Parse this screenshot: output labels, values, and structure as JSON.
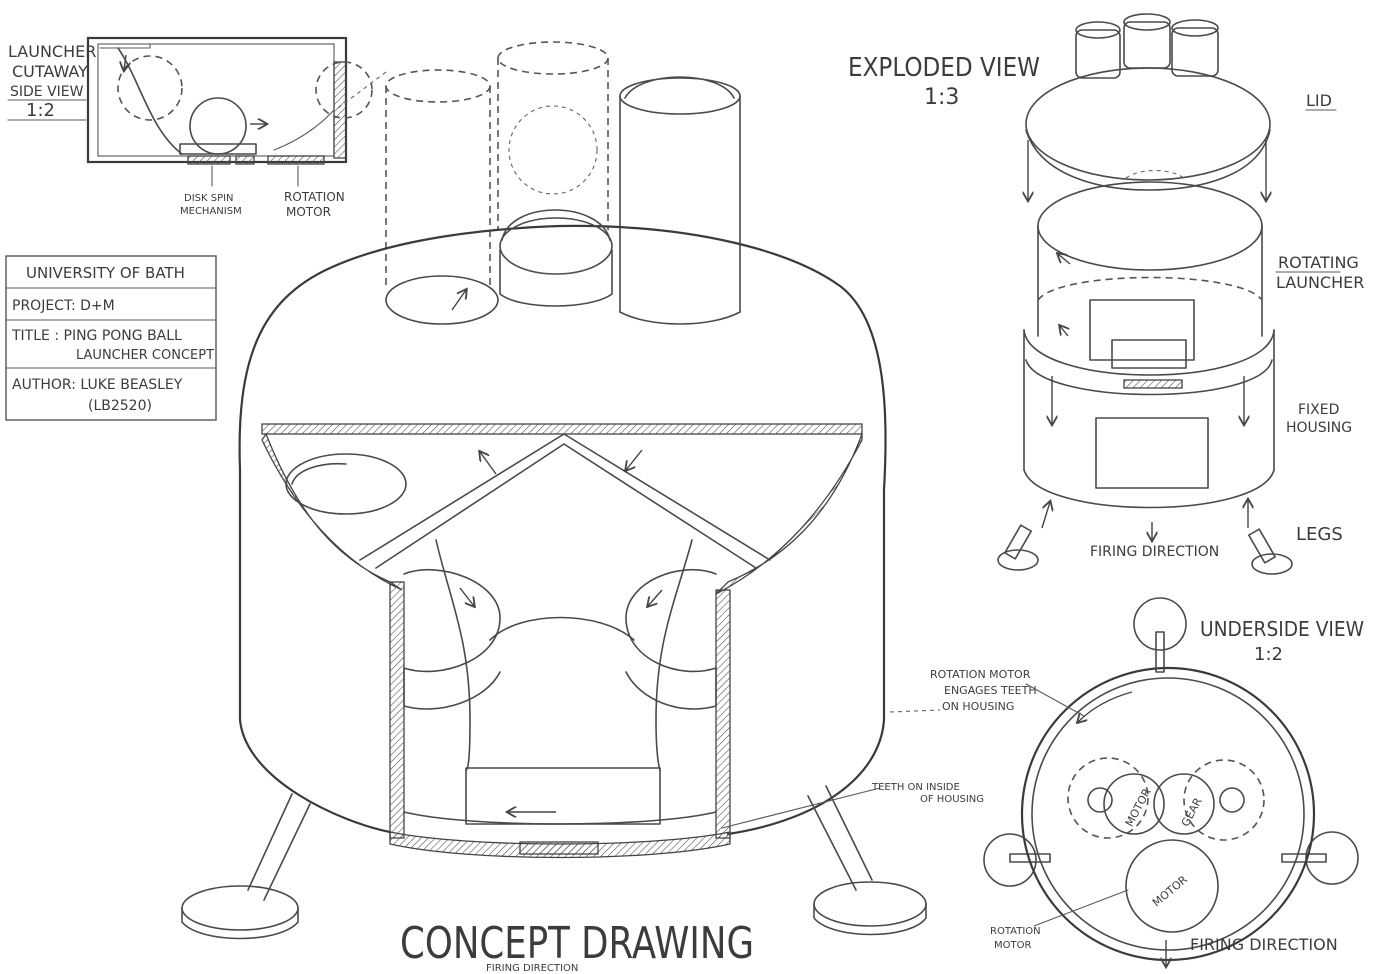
{
  "title_block": {
    "university": "UNIVERSITY OF BATH",
    "project": "PROJECT: D+M",
    "title_line1": "TITLE : PING PONG BALL",
    "title_line2": "LAUNCHER CONCEPT",
    "author_line1": "AUTHOR: LUKE BEASLEY",
    "author_line2": "(LB2520)"
  },
  "cutaway": {
    "heading_line1": "LAUNCHER",
    "heading_line2": "CUTAWAY",
    "heading_line3": "SIDE VIEW",
    "scale": "1:2",
    "label_disk_line1": "DISK SPIN",
    "label_disk_line2": "MECHANISM",
    "label_rotation_line1": "ROTATION",
    "label_rotation_line2": "MOTOR"
  },
  "exploded": {
    "heading": "EXPLODED VIEW",
    "scale": "1:3",
    "label_lid": "LID",
    "label_rotating_line1": "ROTATING",
    "label_rotating_line2": "LAUNCHER",
    "label_fixed_line1": "FIXED",
    "label_fixed_line2": "HOUSING",
    "label_legs": "LEGS",
    "label_firing": "FIRING DIRECTION"
  },
  "underside": {
    "heading": "UNDERSIDE VIEW",
    "scale": "1:2",
    "note_line1": "ROTATION MOTOR",
    "note_line2": "ENGAGES TEETH",
    "note_line3": "ON HOUSING",
    "motor_label": "MOTOR",
    "gear_label": "GEAR",
    "motor_bottom_label": "MOTOR",
    "rotation_motor_line1": "ROTATION",
    "rotation_motor_line2": "MOTOR",
    "firing": "FIRING DIRECTION"
  },
  "main": {
    "teeth_line1": "TEETH ON INSIDE",
    "teeth_line2": "OF HOUSING",
    "concept_title": "CONCEPT DRAWING",
    "firing_direction": "FIRING DIRECTION"
  }
}
